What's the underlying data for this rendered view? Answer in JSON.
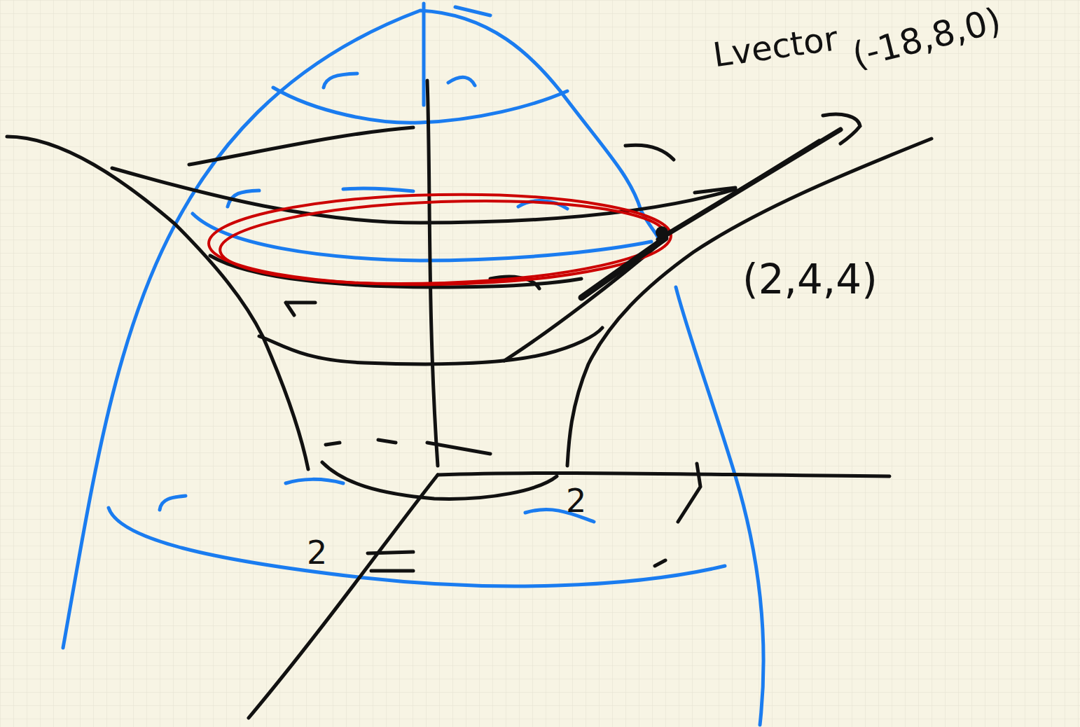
{
  "diagram": {
    "labels": [
      "Lvector",
      "(-18,8,0)",
      "(2,4,4)",
      "2",
      "2"
    ]
  }
}
